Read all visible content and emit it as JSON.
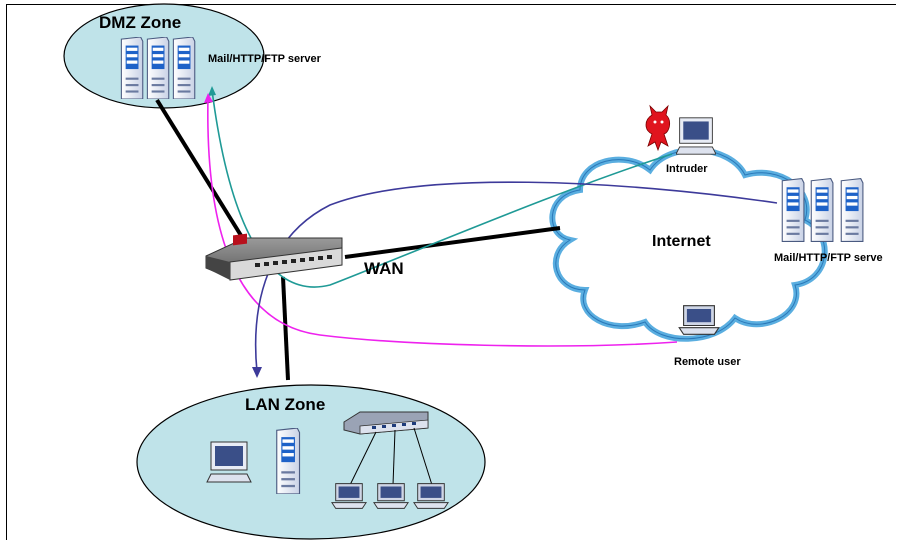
{
  "labels": {
    "dmz_zone": "DMZ Zone",
    "dmz_server": "Mail/HTTP/FTP server",
    "intruder": "Intruder",
    "internet": "Internet",
    "internet_server": "Mail/HTTP/FTP serve",
    "wan": "WAN",
    "remote_user": "Remote user",
    "lan_zone": "LAN Zone"
  },
  "colors": {
    "zone_fill": "#bfe3e9",
    "cloud_fill": "#ffffff",
    "cloud_edge": "#5aaee0",
    "black_link": "#000000",
    "teal_flow": "#1f9a96",
    "magenta_flow": "#ee22ee",
    "blue_flow": "#3d3a9a",
    "server_body": "#e8ecf5",
    "server_accent": "#1e62c8",
    "firewall_red": "#b8101c"
  },
  "icons": [
    "server-icon",
    "firewall-icon",
    "cloud-icon",
    "laptop-icon",
    "devil-icon",
    "desktop-icon",
    "switch-icon"
  ]
}
